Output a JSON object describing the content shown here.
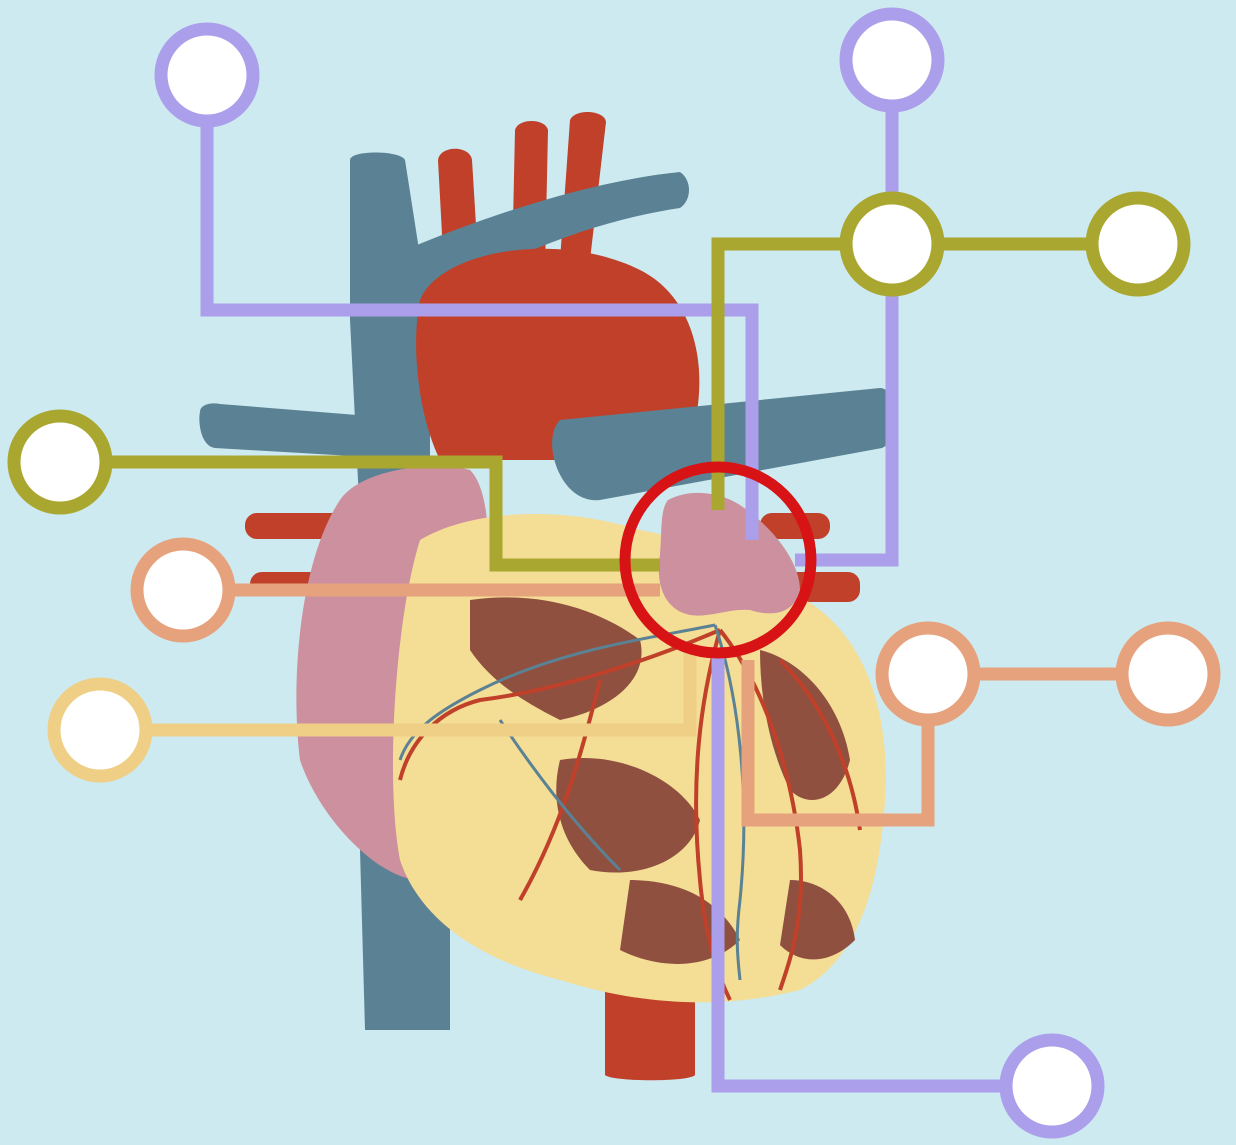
{
  "diagram": {
    "subject": "heart-anatomy",
    "colors": {
      "background": "#cdeaf0",
      "purple": "#ab9feb",
      "olive": "#aaa730",
      "salmon": "#e6a27c",
      "wheat": "#efcf85",
      "highlight": "#d71316",
      "marker_fill": "#ffffff",
      "aorta": "#c0402a",
      "vein": "#5b8294",
      "fat": "#f4dd95",
      "muscle": "#8f5040",
      "atrium": "#cc909e"
    },
    "callouts": [
      {
        "id": "top-left",
        "color": "purple",
        "label": ""
      },
      {
        "id": "top-right",
        "color": "purple",
        "label": ""
      },
      {
        "id": "mid-hub",
        "color": "olive",
        "label": ""
      },
      {
        "id": "far-right",
        "color": "olive",
        "label": ""
      },
      {
        "id": "left-olive",
        "color": "olive",
        "label": ""
      },
      {
        "id": "left-salmon",
        "color": "salmon",
        "label": ""
      },
      {
        "id": "left-wheat",
        "color": "wheat",
        "label": ""
      },
      {
        "id": "right-salmon-a",
        "color": "salmon",
        "label": ""
      },
      {
        "id": "right-salmon-b",
        "color": "salmon",
        "label": ""
      },
      {
        "id": "bottom-purple",
        "color": "purple",
        "label": ""
      }
    ],
    "highlight": {
      "target": "left-atrial-appendage",
      "shape": "circle"
    }
  }
}
